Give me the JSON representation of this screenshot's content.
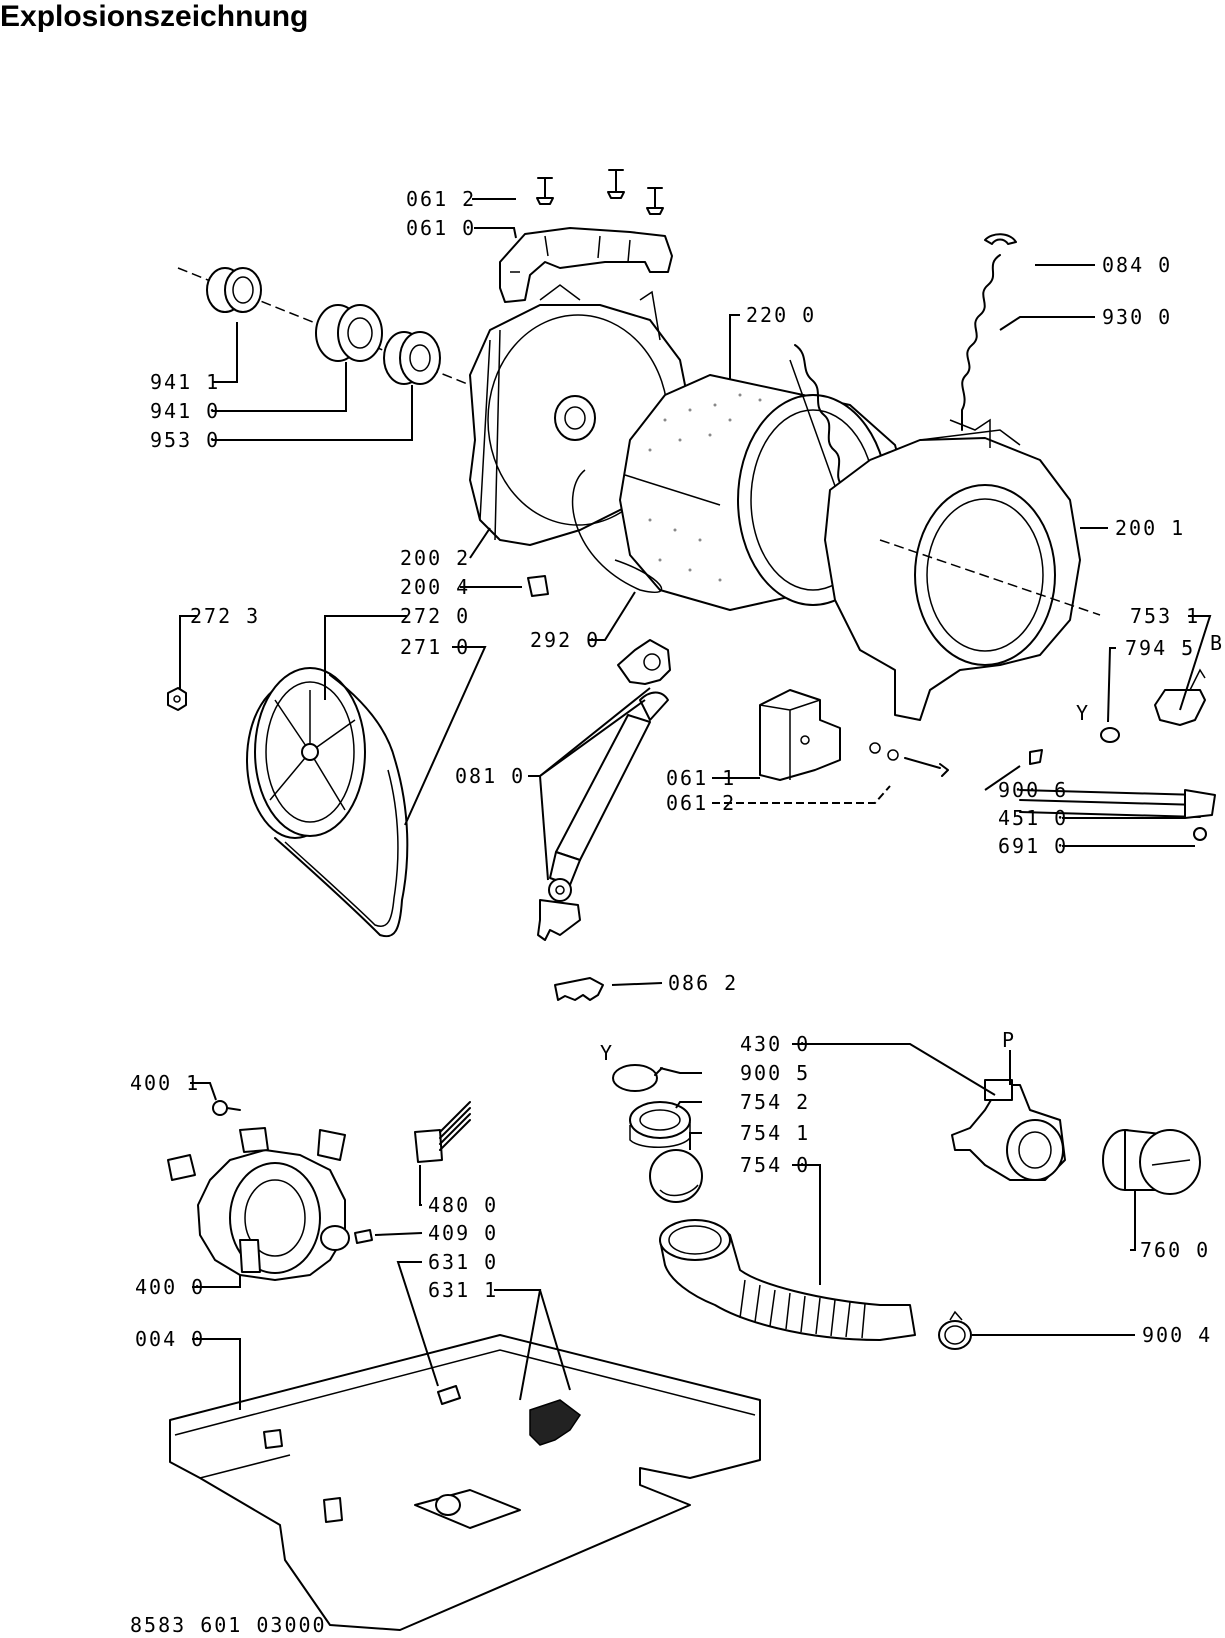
{
  "title": "Explosionszeichnung",
  "document_number": "8583 601 03000",
  "labels": {
    "l0612a": "061 2",
    "l0610": "061 0",
    "l0840": "084 0",
    "l9300": "930 0",
    "l2200": "220 0",
    "l9411": "941 1",
    "l9410": "941 0",
    "l9530": "953 0",
    "l2001": "200 1",
    "l2002": "200 2",
    "l2004": "200 4",
    "l2723": "272 3",
    "l2720": "272 0",
    "l2710": "271 0",
    "l2920": "292 0",
    "l7531": "753 1",
    "l7945": "794 5",
    "l0810": "081 0",
    "l0611": "061 1",
    "l0612b": "061 2",
    "l9006": "900 6",
    "l4510": "451 0",
    "l6910": "691 0",
    "l0862": "086 2",
    "l4300": "430 0",
    "l9005": "900 5",
    "l7542": "754 2",
    "l7541": "754 1",
    "l7540": "754 0",
    "l4001": "400 1",
    "l4800": "480 0",
    "l4090": "409 0",
    "l4000": "400 0",
    "l6310": "631 0",
    "l6311": "631 1",
    "l0040": "004 0",
    "l7600": "760 0",
    "l9004": "900 4",
    "markerY1": "Y",
    "markerY2": "Y",
    "markerB": "B",
    "markerP": "P"
  }
}
